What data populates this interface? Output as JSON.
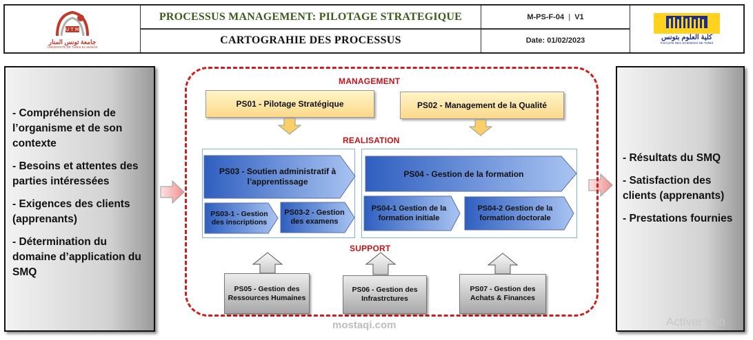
{
  "header": {
    "title_top": "PROCESSUS MANAGEMENT: PILOTAGE STRATEGIQUE",
    "title_bottom": "CARTOGRAHIE DES PROCESSUS",
    "doc_ref": "M-PS-F-04",
    "version": "V1",
    "date": "Date: 01/02/2023",
    "logo_left_text": "جامعة تونس المنار",
    "logo_left_sub": "UNIVERSITE DE TUNIS EL MANAR",
    "logo_right_text": "كلية العلوم بتونس",
    "logo_right_sub": "FACULTE DES SCIENCES DE TUNIS"
  },
  "inputs": [
    "- Compréhension de l’organisme et de son contexte",
    "- Besoins et attentes des parties intéressées",
    "- Exigences des clients (apprenants)",
    "- Détermination du domaine d’application du SMQ"
  ],
  "outputs": [
    "- Résultats du SMQ",
    "- Satisfaction des clients (apprenants)",
    "- Prestations fournies"
  ],
  "sections": {
    "management": "MANAGEMENT",
    "realisation": "REALISATION",
    "support": "SUPPORT"
  },
  "management": {
    "ps01": "PS01 - Pilotage Stratégique",
    "ps02": "PS02 - Management de la Qualité"
  },
  "realisation": {
    "ps03": "PS03 - Soutien administratif à l’apprentissage",
    "ps03_1": "PS03-1 - Gestion des inscriptions",
    "ps03_2": "PS03-2 - Gestion des examens",
    "ps04": "PS04 - Gestion de la formation",
    "ps04_1": "PS04-1 Gestion de la formation initiale",
    "ps04_2": "PS04-2 Gestion de la formation doctorale"
  },
  "support": {
    "ps05": "PS05 - Gestion des Ressources Humaines",
    "ps06": "PS06 - Gestion des Infrastrctures",
    "ps07": "PS07 - Gestion des Achats & Finances"
  },
  "watermarks": {
    "site": "mostaqi.com",
    "activate": "Activer Win"
  },
  "colors": {
    "dash_red": "#d11d1d",
    "title_green": "#3b5a1c",
    "chevron_blue": "#4f7fdc",
    "yellow": "#fbd98a",
    "arrow_pink": "#f3a7a7"
  }
}
